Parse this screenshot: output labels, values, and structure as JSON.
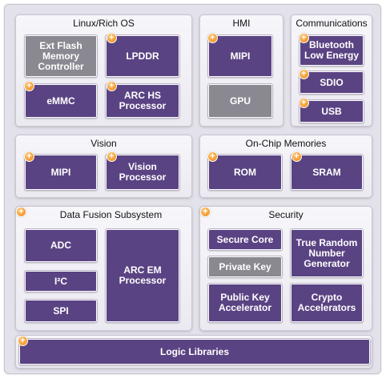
{
  "colors": {
    "block": "#5a4383",
    "block_gray": "#8a8890",
    "panel": "#eeedf2",
    "plus_icon": "#f08a1a"
  },
  "panels": {
    "linux": {
      "title": "Linux/Rich OS"
    },
    "hmi": {
      "title": "HMI"
    },
    "comms": {
      "title": "Communications"
    },
    "vision": {
      "title": "Vision"
    },
    "onchip": {
      "title": "On-Chip Memories"
    },
    "fusion": {
      "title": "Data Fusion Subsystem"
    },
    "security": {
      "title": "Security"
    }
  },
  "blocks": {
    "ext_flash": "Ext Flash\nMemory\nController",
    "lpddr": "LPDDR",
    "emmc": "eMMC",
    "arc_hs": "ARC HS\nProcessor",
    "hmi_mipi": "MIPI",
    "gpu": "GPU",
    "bluetooth": "Bluetooth\nLow Energy",
    "sdio": "SDIO",
    "usb": "USB",
    "vision_mipi": "MIPI",
    "vision_proc": "Vision\nProcessor",
    "rom": "ROM",
    "sram": "SRAM",
    "adc": "ADC",
    "i2c": "I²C",
    "spi": "SPI",
    "arc_em": "ARC EM\nProcessor",
    "secure_core": "Secure Core",
    "private_key": "Private Key",
    "public_key": "Public Key\nAccelerator",
    "trng": "True Random\nNumber\nGenerator",
    "crypto": "Crypto\nAccelerators",
    "logic_libraries": "Logic Libraries"
  }
}
